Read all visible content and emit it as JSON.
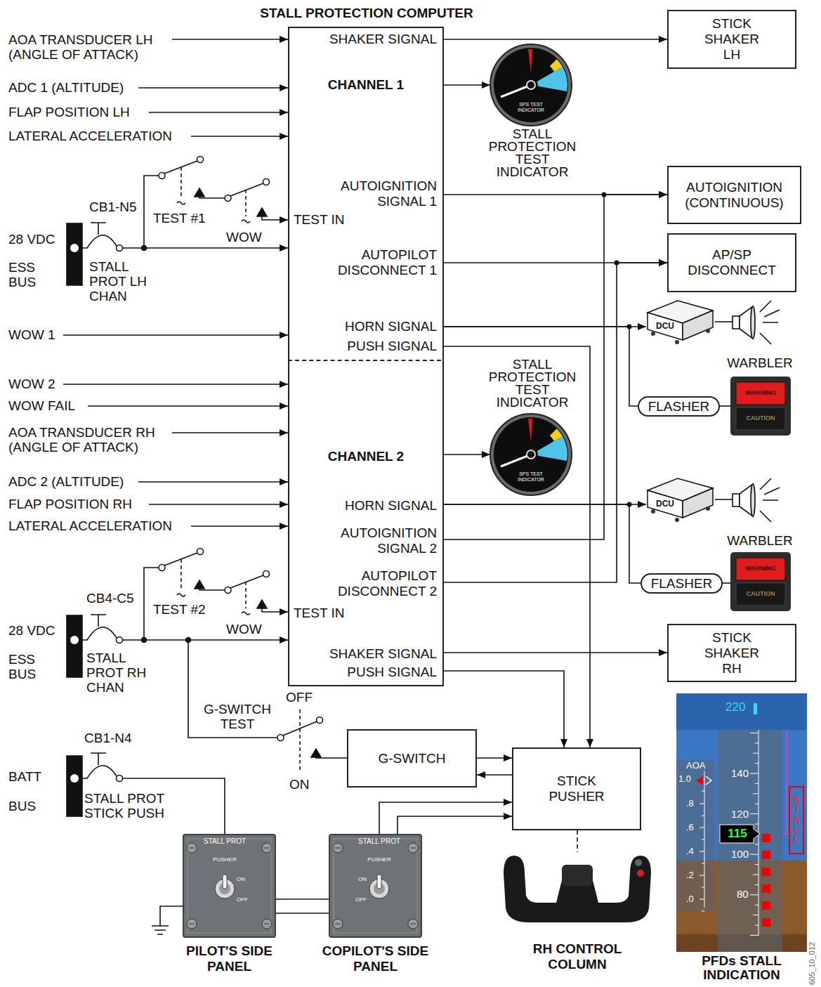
{
  "diagram": {
    "nodes": [
      {
        "text": [
          "STALL PROTECTION COMPUTER"
        ]
      },
      {
        "text": [
          "CHANNEL 1",
          "SHAKER SIGNAL",
          "AUTOIGNITION SIGNAL 1",
          "TEST IN",
          "AUTOPILOT DISCONNECT 1",
          "HORN SIGNAL",
          "PUSH SIGNAL"
        ],
        "in": 0
      },
      {
        "text": [
          "CHANNEL 2",
          "HORN SIGNAL",
          "AUTOIGNITION SIGNAL 2",
          "AUTOPILOT DISCONNECT 2",
          "TEST IN",
          "SHAKER SIGNAL",
          "PUSH SIGNAL"
        ],
        "in": 0
      },
      {
        "text": [
          "STICK SHAKER LH"
        ]
      },
      {
        "text": [
          "SPS TEST INDICATOR",
          "STALL PROTECTION TEST INDICATOR"
        ]
      },
      {
        "text": [
          "AUTOIGNITION (CONTINUOUS)"
        ]
      },
      {
        "text": [
          "AP/SP DISCONNECT"
        ]
      },
      {
        "text": [
          "DCU"
        ]
      },
      {
        "text": [
          "FLASHER"
        ]
      },
      {
        "text": [
          "WARNING",
          "CAUTION"
        ]
      },
      {
        "text": [
          "STALL PROTECTION TEST INDICATOR",
          "SPS TEST INDICATOR"
        ]
      },
      {
        "text": [
          "DCU"
        ]
      },
      {
        "text": [
          "FLASHER"
        ]
      },
      {
        "text": [
          "WARNING",
          "CAUTION"
        ]
      },
      {
        "text": [
          "STICK SHAKER RH"
        ]
      },
      {
        "text": [
          "G-SWITCH"
        ]
      },
      {
        "text": [
          "STICK PUSHER"
        ]
      },
      {
        "text": [
          "STALL PROT",
          "PUSHER",
          "ON",
          "OFF",
          "PILOT'S SIDE PANEL"
        ]
      },
      {
        "text": [
          "STALL PROT",
          "PUSHER",
          "ON",
          "OFF",
          "COPILOT'S SIDE PANEL"
        ]
      },
      {
        "text": [
          "RH CONTROL COLUMN"
        ]
      },
      {
        "text": [
          "220",
          "AOA",
          "1.0",
          ".8",
          ".6",
          ".4",
          ".2",
          ".0",
          "140",
          "120",
          "100",
          "80",
          "115",
          "STALL",
          "PFDs STALL INDICATION"
        ]
      }
    ],
    "edges": [
      {
        "from": 1,
        "to": 3,
        "arrow": "to"
      },
      {
        "from": 1,
        "to": 4,
        "arrow": "to"
      },
      {
        "from": 1,
        "to": 5,
        "arrow": "to"
      },
      {
        "from": 1,
        "to": 6,
        "arrow": "to"
      },
      {
        "from": 1,
        "to": 7,
        "arrow": "to"
      },
      {
        "from": 1,
        "to": 8,
        "arrow": "none"
      },
      {
        "from": 8,
        "to": 9,
        "arrow": "none"
      },
      {
        "from": 1,
        "to": 16,
        "arrow": "to"
      },
      {
        "from": 2,
        "to": 10,
        "arrow": "to"
      },
      {
        "from": 2,
        "to": 11,
        "arrow": "to"
      },
      {
        "from": 2,
        "to": 12,
        "arrow": "none"
      },
      {
        "from": 12,
        "to": 13,
        "arrow": "none"
      },
      {
        "from": 2,
        "to": 5,
        "arrow": "to"
      },
      {
        "from": 2,
        "to": 6,
        "arrow": "to"
      },
      {
        "from": 2,
        "to": 14,
        "arrow": "to"
      },
      {
        "from": 2,
        "to": 16,
        "arrow": "to"
      },
      {
        "from": 15,
        "to": 16,
        "arrow": "to"
      },
      {
        "from": 16,
        "to": 15,
        "arrow": "to"
      },
      {
        "from": 18,
        "to": 16,
        "arrow": "to"
      },
      {
        "from": 18,
        "to": 16,
        "arrow": "to"
      },
      {
        "from": 17,
        "to": 18,
        "arrow": "none"
      },
      {
        "from": 17,
        "to": 18,
        "arrow": "none"
      },
      {
        "from": 16,
        "to": 19,
        "arrow": "none"
      }
    ],
    "labels": [
      "AOA TRANSDUCER LH (ANGLE OF ATTACK)",
      "ADC 1 (ALTITUDE)",
      "FLAP POSITION LH",
      "LATERAL ACCELERATION",
      "CB1-N5",
      "TEST #1",
      "WOW",
      "28 VDC",
      "ESS",
      "BUS",
      "STALL PROT LH CHAN",
      "WOW 1",
      "WOW 2",
      "WOW FAIL",
      "AOA TRANSDUCER RH (ANGLE OF ATTACK)",
      "ADC 2 (ALTITUDE)",
      "FLAP POSITION RH",
      "LATERAL ACCELERATION",
      "CB4-C5",
      "TEST #2",
      "WOW",
      "28 VDC",
      "ESS",
      "BUS",
      "STALL PROT RH CHAN",
      "G-SWITCH TEST",
      "OFF",
      "ON",
      "CB1-N4",
      "BATT",
      "BUS",
      "STALL PROT STICK PUSH",
      "WARBLER",
      "WARBLER",
      "605_10_012"
    ]
  }
}
